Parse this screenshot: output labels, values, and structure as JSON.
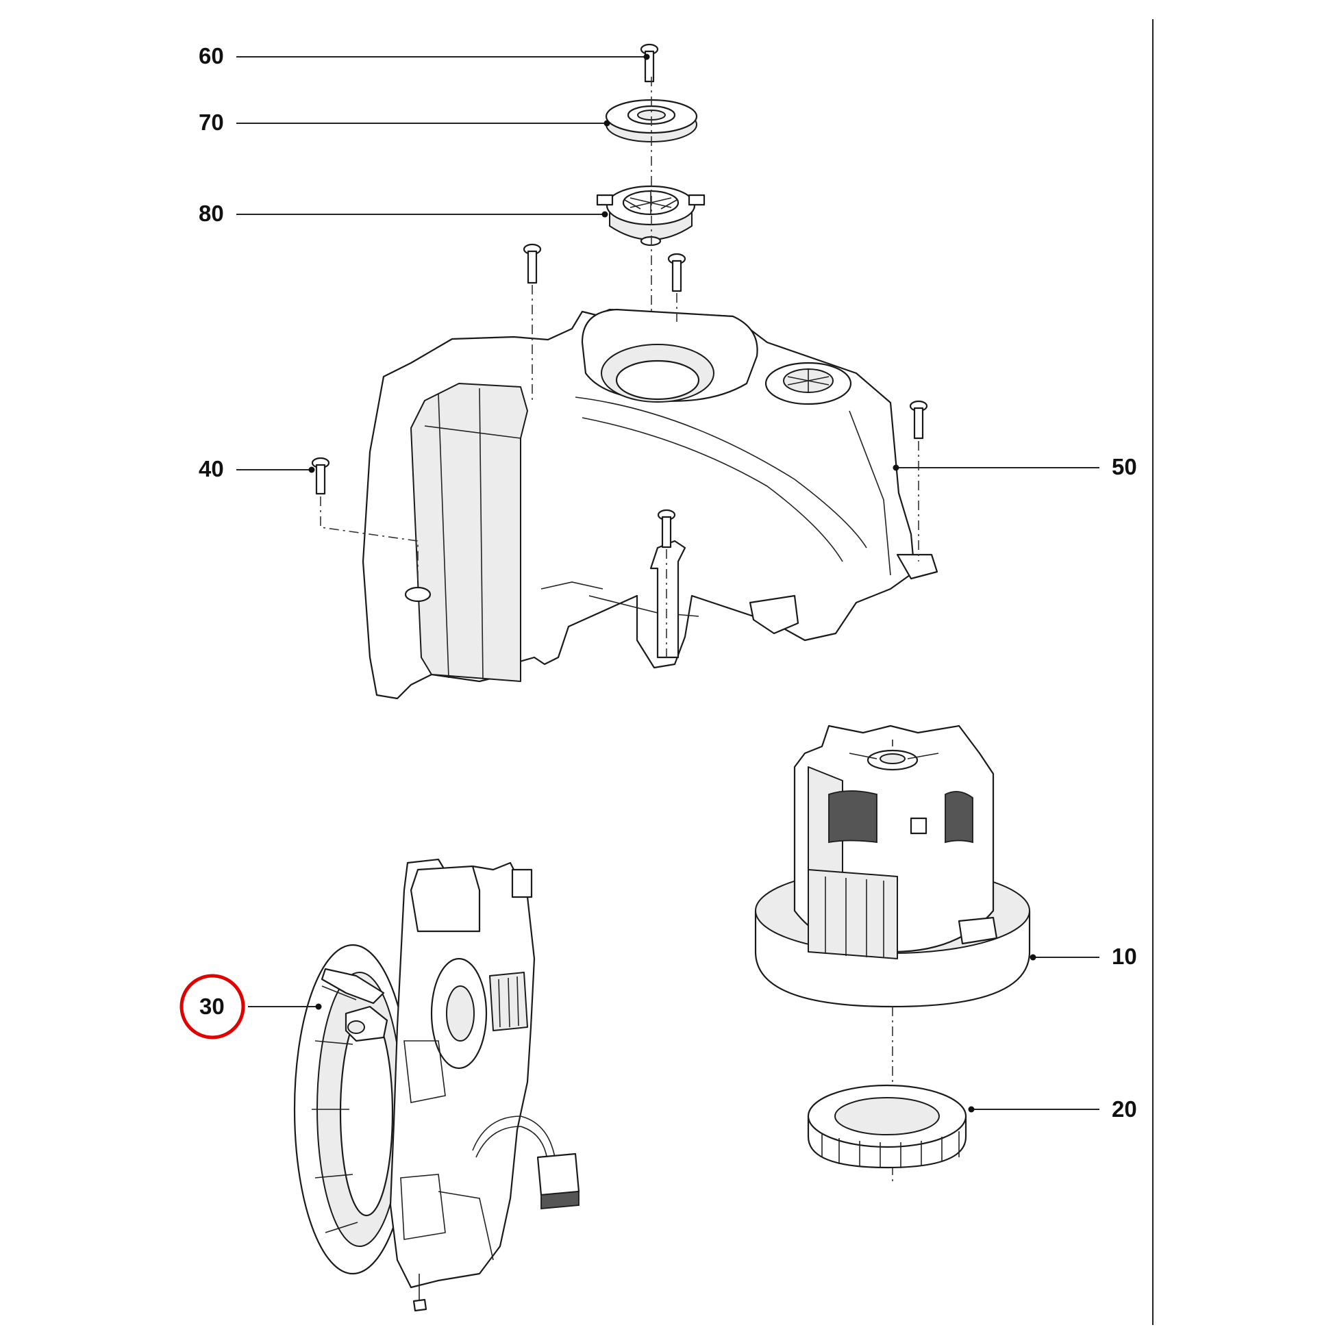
{
  "callouts": [
    {
      "id": "c60",
      "label": "60"
    },
    {
      "id": "c70",
      "label": "70"
    },
    {
      "id": "c80",
      "label": "80"
    },
    {
      "id": "c40",
      "label": "40"
    },
    {
      "id": "c50",
      "label": "50"
    },
    {
      "id": "c10",
      "label": "10"
    },
    {
      "id": "c30",
      "label": "30",
      "highlighted": true
    },
    {
      "id": "c20",
      "label": "20"
    }
  ],
  "colors": {
    "line": "#222222",
    "highlight_circle": "#e00000",
    "background": "#ffffff"
  }
}
